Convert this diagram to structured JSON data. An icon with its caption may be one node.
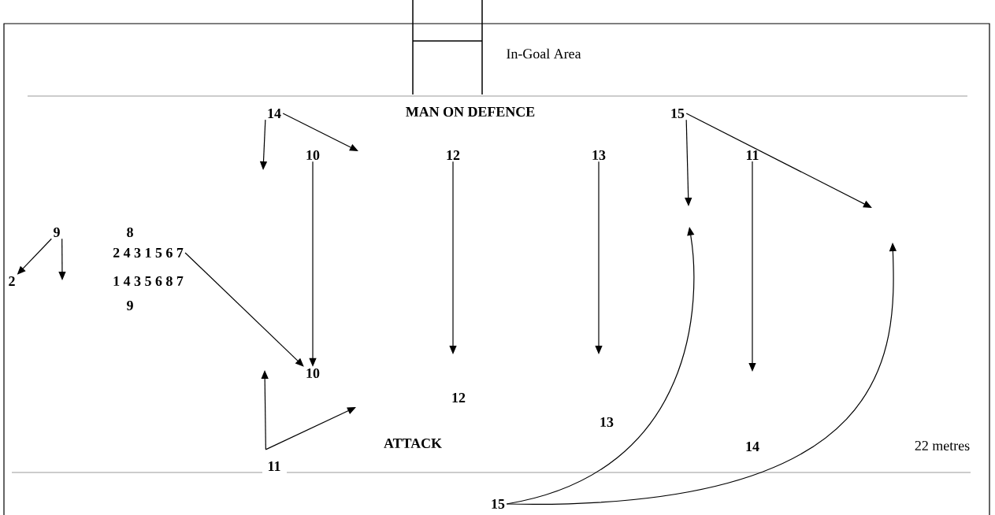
{
  "diagram": {
    "nodes": [
      {
        "text": [
          "14"
        ]
      },
      {
        "text": [
          "15"
        ]
      },
      {
        "text": [
          "10"
        ]
      },
      {
        "text": [
          "12"
        ]
      },
      {
        "text": [
          "13"
        ]
      },
      {
        "text": [
          "11"
        ]
      },
      {
        "text": [
          "9"
        ]
      },
      {
        "text": [
          "8"
        ]
      },
      {
        "text": [
          "2 4 3 1 5 6 7"
        ]
      },
      {
        "text": [
          "2"
        ]
      },
      {
        "text": [
          "1 4 3 5 6 8 7"
        ]
      },
      {
        "text": [
          "9"
        ]
      },
      {
        "text": [
          "10"
        ]
      },
      {
        "text": [
          "12"
        ]
      },
      {
        "text": [
          "13"
        ]
      },
      {
        "text": [
          "11"
        ]
      },
      {
        "text": [
          "14"
        ]
      },
      {
        "text": [
          "15"
        ]
      }
    ],
    "edges": [
      {
        "from": 0,
        "to": null,
        "arrow": "to"
      },
      {
        "from": 0,
        "to": null,
        "arrow": "to"
      },
      {
        "from": 1,
        "to": null,
        "arrow": "to"
      },
      {
        "from": 1,
        "to": null,
        "arrow": "to"
      },
      {
        "from": 2,
        "to": 12,
        "arrow": "to"
      },
      {
        "from": 3,
        "to": null,
        "arrow": "to"
      },
      {
        "from": 4,
        "to": null,
        "arrow": "to"
      },
      {
        "from": 5,
        "to": null,
        "arrow": "to"
      },
      {
        "from": 6,
        "to": 9,
        "arrow": "to"
      },
      {
        "from": 6,
        "to": null,
        "arrow": "to"
      },
      {
        "from": 8,
        "to": 12,
        "arrow": "to"
      },
      {
        "from": 15,
        "to": null,
        "arrow": "to"
      },
      {
        "from": 15,
        "to": null,
        "arrow": "to"
      },
      {
        "from": 17,
        "to": null,
        "arrow": "to"
      },
      {
        "from": 17,
        "to": null,
        "arrow": "to"
      }
    ],
    "labels": [
      "In-Goal Area",
      "MAN ON DEFENCE",
      "ATTACK",
      "22 metres"
    ]
  }
}
